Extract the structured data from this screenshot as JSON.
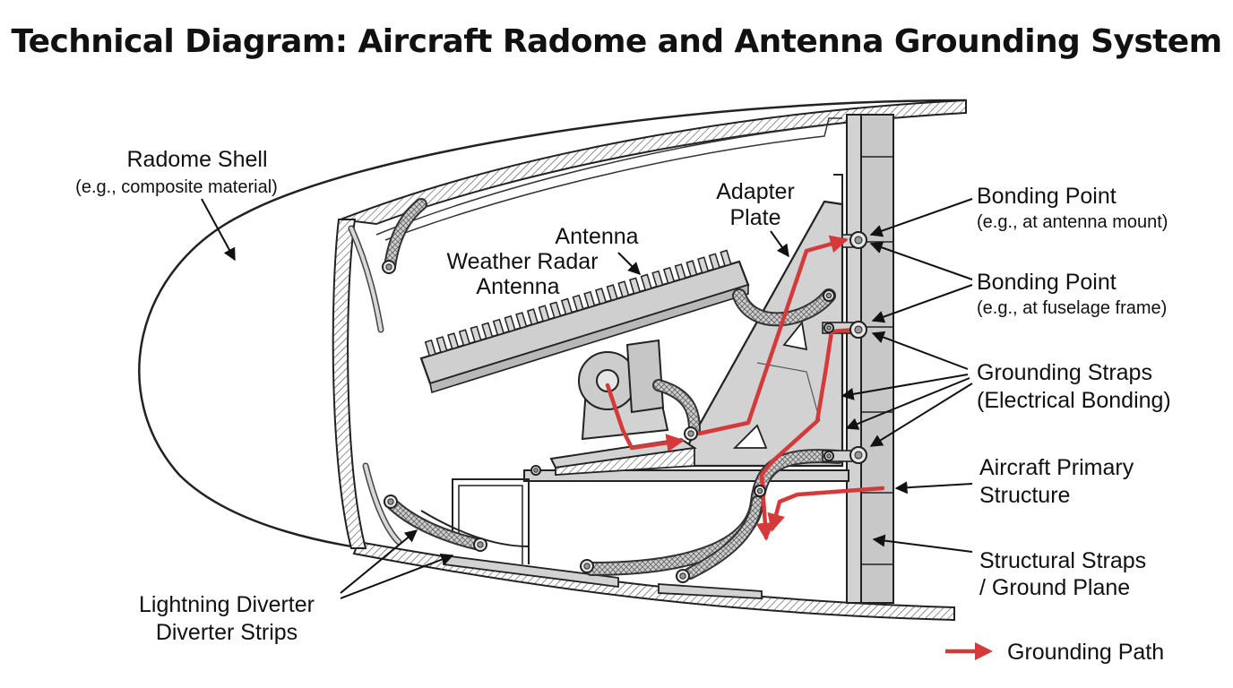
{
  "title": "Technical Diagram: Aircraft Radome and Antenna Grounding System",
  "labels": {
    "radome_shell": {
      "line1": "Radome Shell",
      "line2": "(e.g., composite material)"
    },
    "antenna": "Antenna",
    "weather_radar_antenna": {
      "line1": "Weather Radar",
      "line2": "Antenna"
    },
    "adapter_plate": {
      "line1": "Adapter",
      "line2": "Plate"
    },
    "bonding_point_mount": {
      "line1": "Bonding Point",
      "line2": "(e.g., at antenna mount)"
    },
    "bonding_point_frame": {
      "line1": "Bonding Point",
      "line2": "(e.g., at fuselage frame)"
    },
    "grounding_straps": {
      "line1": "Grounding Straps",
      "line2": "(Electrical Bonding)"
    },
    "primary_structure": {
      "line1": "Aircraft Primary",
      "line2": "Structure"
    },
    "structural_straps": {
      "line1": "Structural Straps",
      "line2": "/ Ground Plane"
    },
    "lightning_diverter": {
      "line1": "Lightning Diverter",
      "line2": "Diverter Strips"
    }
  },
  "legend": {
    "grounding_path": "Grounding Path"
  },
  "colors": {
    "grounding_path": "#d43a3a",
    "structure_fill": "#d2d2d2",
    "outline": "#222222"
  }
}
